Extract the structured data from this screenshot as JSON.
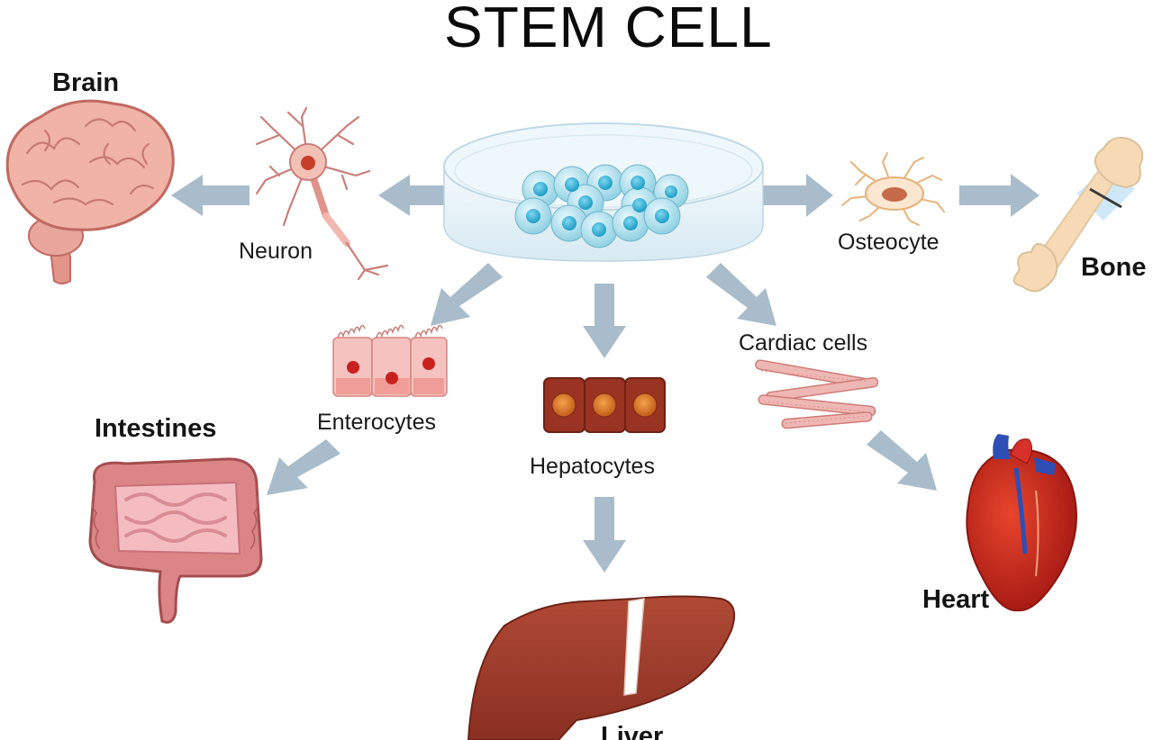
{
  "title": "STEM CELL",
  "organs": {
    "brain": "Brain",
    "bone": "Bone",
    "intestines": "Intestines",
    "heart": "Heart",
    "liver": "Liver"
  },
  "cells": {
    "neuron": "Neuron",
    "osteocyte": "Osteocyte",
    "enterocytes": "Enterocytes",
    "hepatocytes": "Hepatocytes",
    "cardiac": "Cardiac cells"
  },
  "colors": {
    "arrow": "#a9bccb",
    "brain": "#eba79e",
    "bone": "#f7dab5",
    "intestine": "#d9787a",
    "liver": "#9d3b2b",
    "heart": "#c21f1b",
    "stem_cell": "#3fb1d4"
  }
}
